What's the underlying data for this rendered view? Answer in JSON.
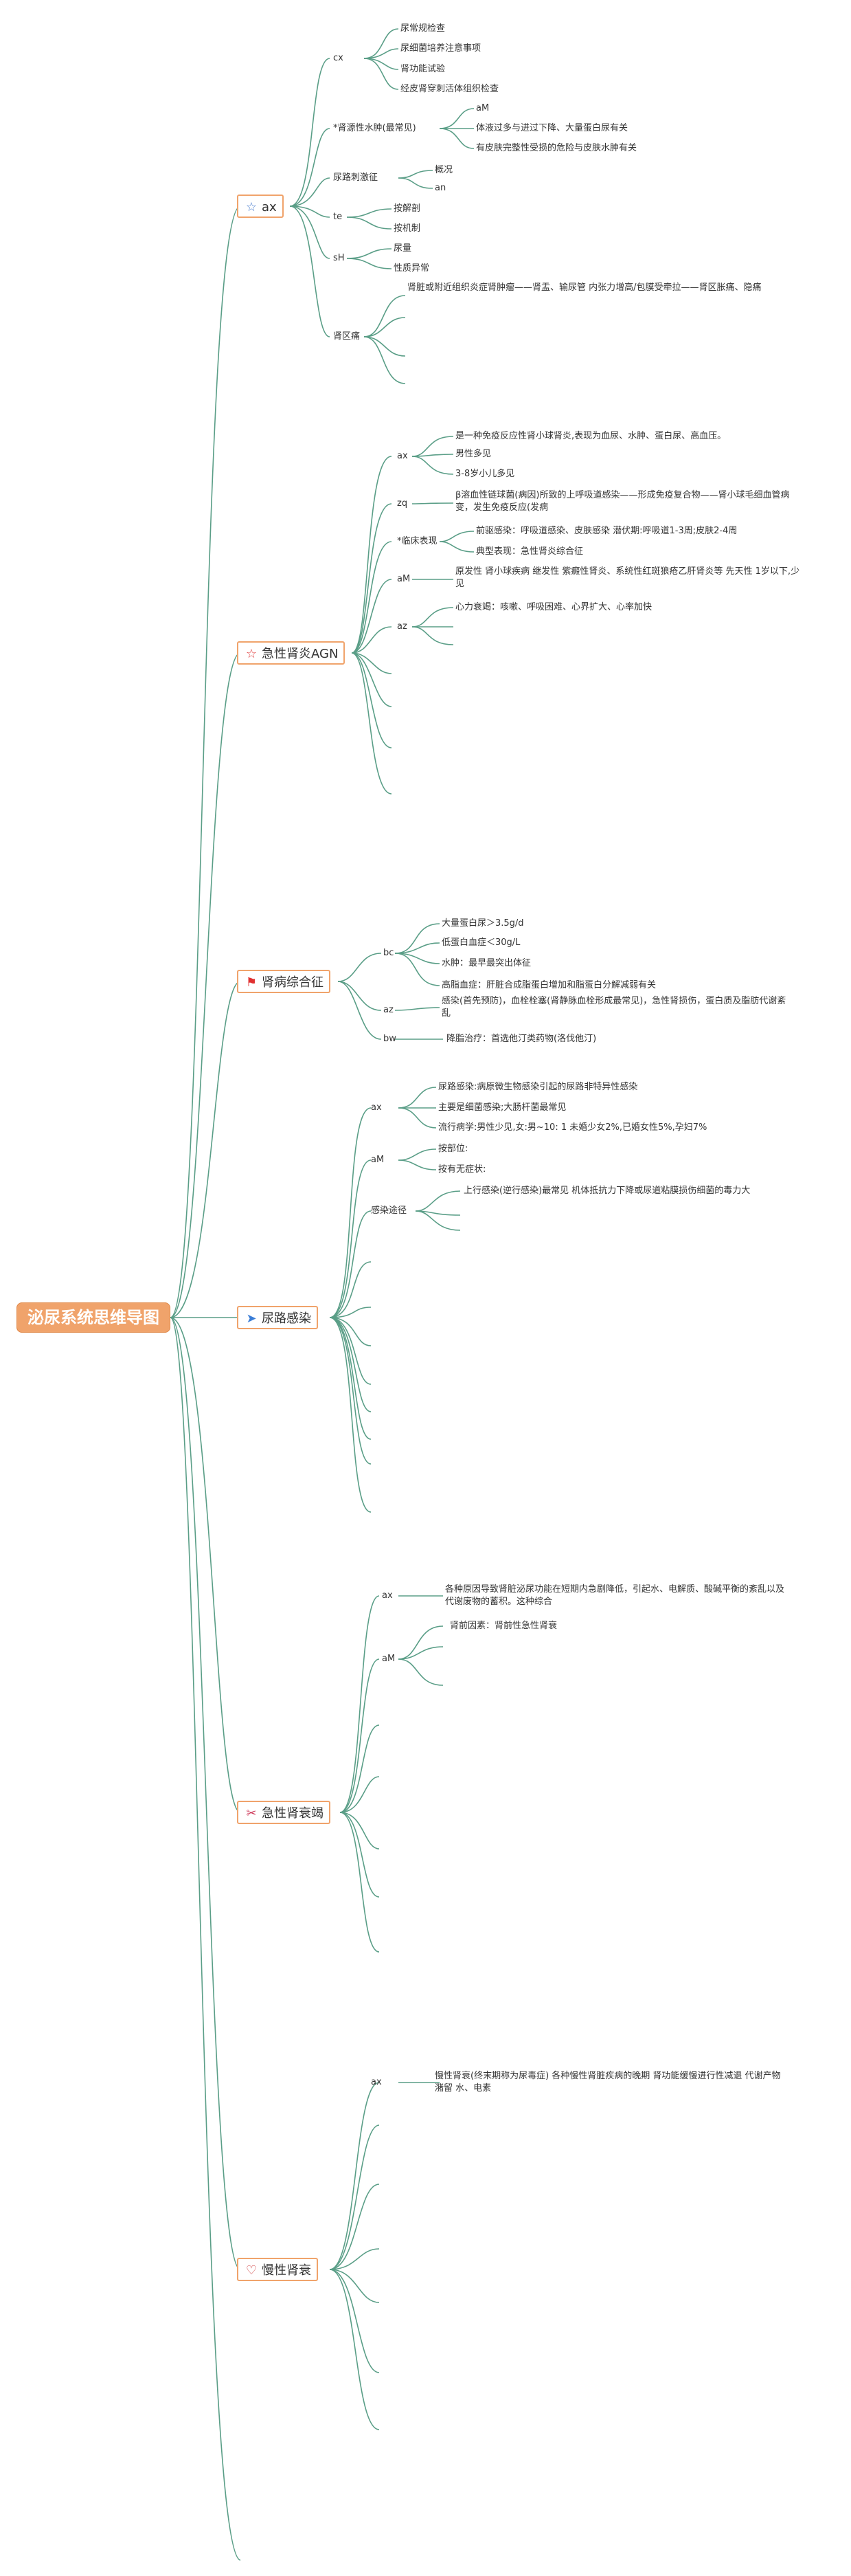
{
  "root": {
    "label": "泌尿系统思维导图"
  },
  "branches": [
    {
      "label": "ax",
      "icon": "star-outline-icon",
      "subs": [
        {
          "label": "cx",
          "items": [
            "尿常规检查",
            "尿细菌培养注意事项",
            "肾功能试验",
            "经皮肾穿刺活体组织检查"
          ]
        },
        {
          "label": "*肾源性水肿(最常见)",
          "items": [
            "aM",
            "体液过多与进过下降、大量蛋白尿有关",
            "有皮肤完整性受损的危险与皮肤水肿有关"
          ]
        },
        {
          "label": "尿路刺激征",
          "items": [
            "概况",
            "an"
          ]
        },
        {
          "label": "te",
          "items": [
            "按解剖",
            "按机制"
          ]
        },
        {
          "label": "sH",
          "items": [
            "尿量",
            "性质异常"
          ]
        },
        {
          "label": "肾区痛",
          "items": [
            "肾脏或附近组织炎症肾肿瘤——肾盂、输尿管 内张力增高/包膜受牵拉——肾区胀痛、隐痛"
          ]
        }
      ]
    },
    {
      "label": "急性肾炎AGN",
      "icon": "star-red-outline-icon",
      "subs": [
        {
          "label": "ax",
          "items": [
            "是一种免疫反应性肾小球肾炎,表现为血尿、水肿、蛋白尿、高血压。",
            "男性多见",
            "3-8岁小儿多见"
          ]
        },
        {
          "label": "zq",
          "items": [
            "β溶血性链球菌(病因)所致的上呼吸道感染——形成免疫复合物——肾小球毛细血管病变，发生免疫反应(发病"
          ]
        },
        {
          "label": "*临床表现",
          "items": [
            "前驱感染：呼吸道感染、皮肤感染 潜伏期:呼吸道1-3周;皮肤2-4周",
            "典型表现：急性肾炎综合征"
          ]
        },
        {
          "label": "aM",
          "items": [
            "原发性 肾小球疾病 继发性 紫癜性肾炎、系统性红斑狼疮乙肝肾炎等 先天性 1岁以下,少见"
          ]
        },
        {
          "label": "az",
          "items": [
            "心力衰竭：咳嗽、呼吸困难、心界扩大、心率加快"
          ]
        }
      ]
    },
    {
      "label": "肾病综合征",
      "icon": "flag-icon",
      "subs": [
        {
          "label": "bc",
          "items": [
            "大量蛋白尿＞3.5g/d",
            "低蛋白血症＜30g/L",
            "水肿：最早最突出体征",
            "高脂血症：肝脏合成脂蛋白增加和脂蛋白分解减弱有关"
          ]
        },
        {
          "label": "az",
          "items": [
            "感染(首先预防)，血栓栓塞(肾静脉血栓形成最常见)，急性肾损伤，蛋白质及脂肪代谢紊乱"
          ]
        },
        {
          "label": "bw",
          "items": [
            "降脂治疗：首选他汀类药物(洛伐他汀)"
          ]
        }
      ]
    },
    {
      "label": "尿路感染",
      "icon": "paper-plane-icon",
      "subs": [
        {
          "label": "ax",
          "items": [
            "尿路感染:病原微生物感染引起的尿路非特异性感染",
            "主要是细菌感染;大肠杆菌最常见",
            "流行病学:男性少见,女:男~10: 1 未婚少女2%,已婚女性5%,孕妇7%"
          ]
        },
        {
          "label": "aM",
          "items": [
            "按部位:",
            "按有无症状:"
          ]
        },
        {
          "label": "感染途径",
          "items": [
            "上行感染(逆行感染)最常见 机体抵抗力下降或尿道粘膜损伤细菌的毒力大"
          ]
        }
      ]
    },
    {
      "label": "急性肾衰竭",
      "icon": "tools-icon",
      "subs": [
        {
          "label": "ax",
          "items": [
            "各种原因导致肾脏泌尿功能在短期内急剧降低，引起水、电解质、酸碱平衡的紊乱以及代谢废物的蓄积。这种综合"
          ]
        },
        {
          "label": "aM",
          "items": [
            "肾前因素：肾前性急性肾衰"
          ]
        }
      ]
    },
    {
      "label": "慢性肾衰",
      "icon": "heart-outline-icon",
      "subs": [
        {
          "label": "ax",
          "items": [
            "慢性肾衰(终末期称为尿毒症) 各种慢性肾脏疾病的晚期 肾功能缓慢进行性减退 代谢产物潴留 水、电素"
          ]
        }
      ]
    }
  ],
  "colors": {
    "link": "#5a9e87",
    "root_fill": "#f0a36b",
    "branch_border": "#f0a36b",
    "star_blue": "#4a7ecf",
    "flag_red": "#e03030",
    "plane_blue": "#3a7dd6",
    "heart_red": "#d04040",
    "star_red": "#e04040"
  }
}
